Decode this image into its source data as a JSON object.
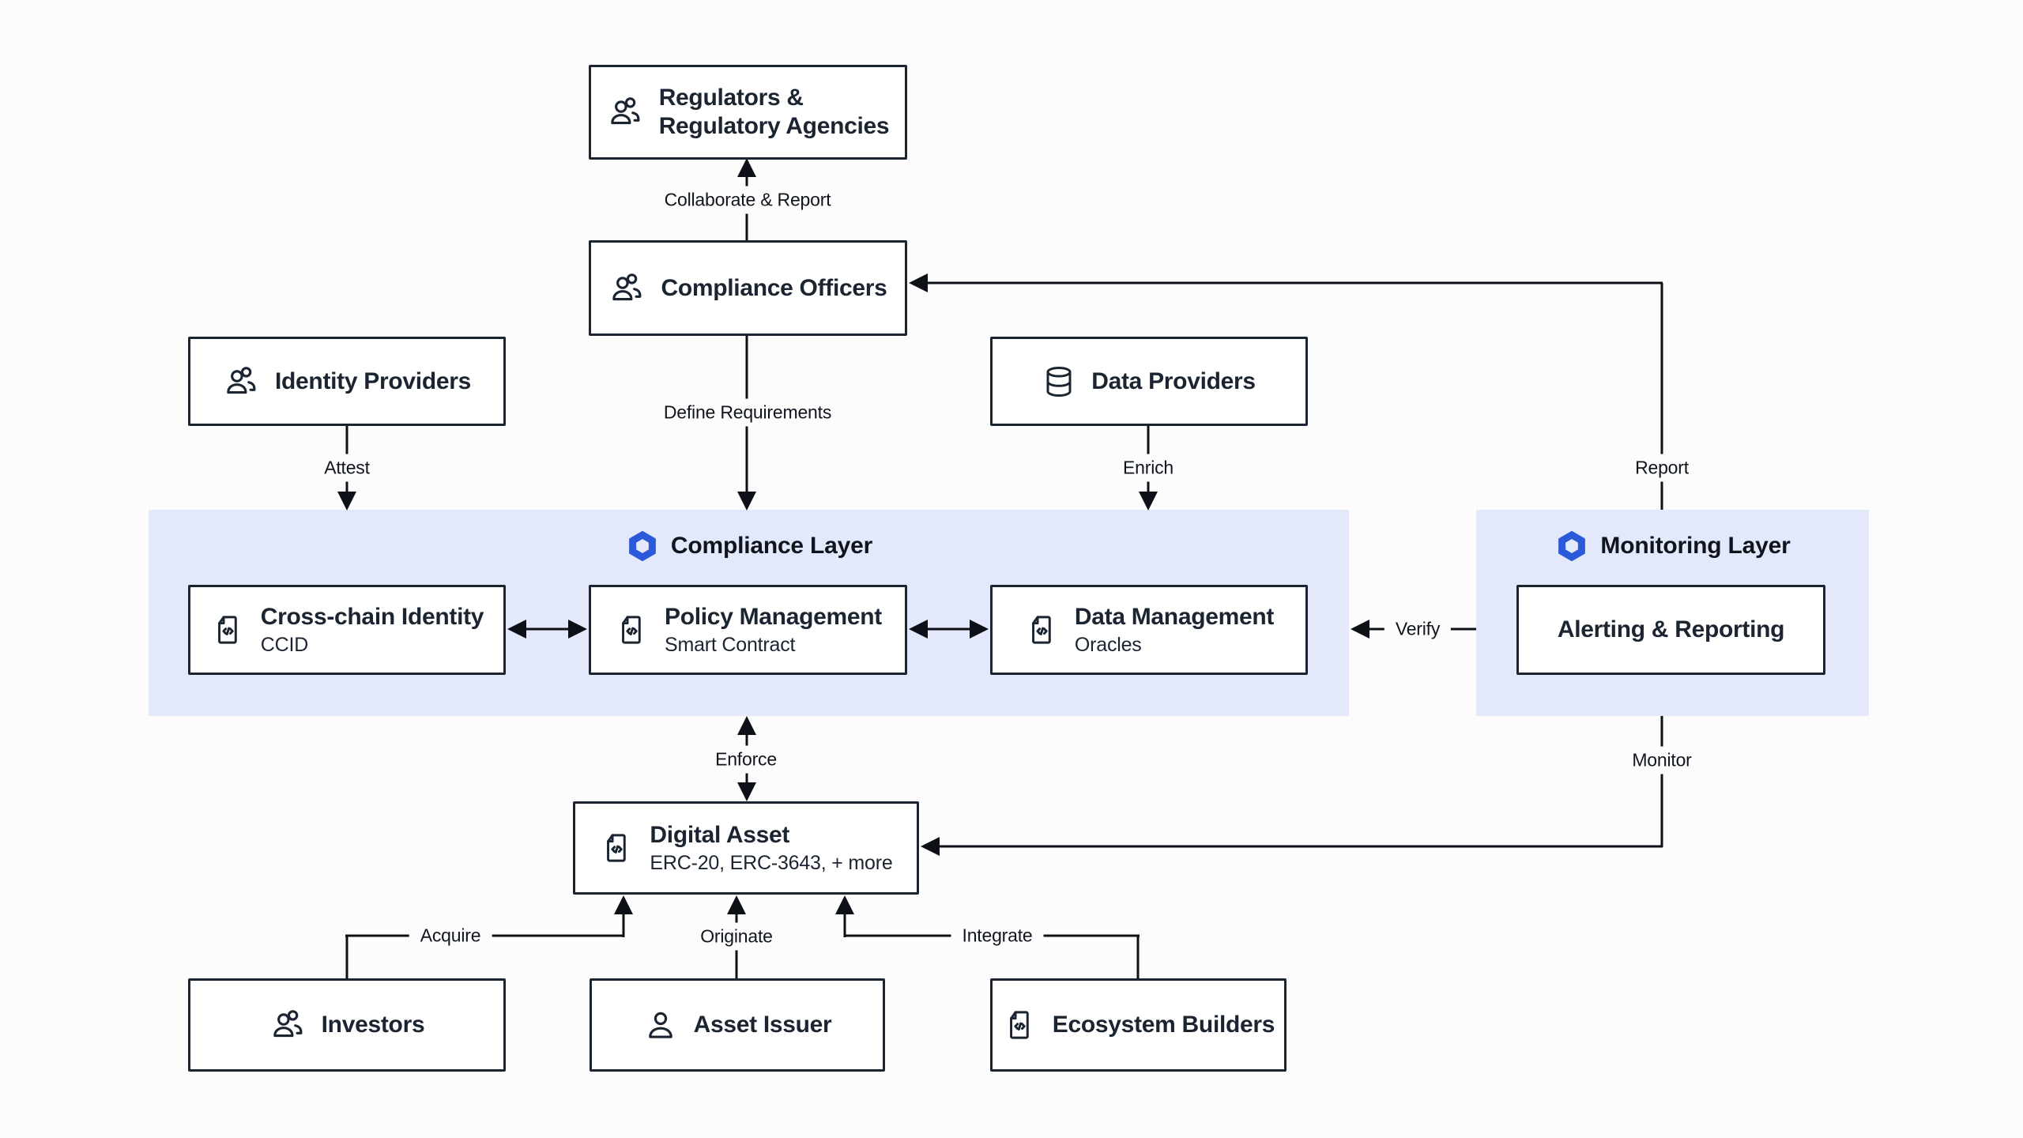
{
  "diagram": {
    "nodes": {
      "regulators": {
        "title_line1": "Regulators &",
        "title_line2": "Regulatory Agencies",
        "icon": "users-icon"
      },
      "compliance_officers": {
        "title": "Compliance Officers",
        "icon": "users-icon"
      },
      "identity_providers": {
        "title": "Identity Providers",
        "icon": "users-icon"
      },
      "data_providers": {
        "title": "Data Providers",
        "icon": "database-icon"
      },
      "cross_chain_identity": {
        "title": "Cross-chain Identity",
        "subtitle": "CCID",
        "icon": "file-code-icon"
      },
      "policy_management": {
        "title": "Policy Management",
        "subtitle": "Smart Contract",
        "icon": "file-code-icon"
      },
      "data_management": {
        "title": "Data Management",
        "subtitle": "Oracles",
        "icon": "file-code-icon"
      },
      "alerting_reporting": {
        "title": "Alerting & Reporting"
      },
      "digital_asset": {
        "title": "Digital Asset",
        "subtitle": "ERC-20, ERC-3643, + more",
        "icon": "file-code-icon"
      },
      "investors": {
        "title": "Investors",
        "icon": "users-icon"
      },
      "asset_issuer": {
        "title": "Asset Issuer",
        "icon": "user-icon"
      },
      "ecosystem_builders": {
        "title": "Ecosystem Builders",
        "icon": "file-code-icon"
      }
    },
    "layers": {
      "compliance": {
        "title": "Compliance Layer",
        "icon": "hexagon-logo-icon"
      },
      "monitoring": {
        "title": "Monitoring Layer",
        "icon": "hexagon-logo-icon"
      }
    },
    "edges": {
      "collaborate_report": {
        "label": "Collaborate & Report"
      },
      "define_requirements": {
        "label": "Define Requirements"
      },
      "attest": {
        "label": "Attest"
      },
      "enrich": {
        "label": "Enrich"
      },
      "report": {
        "label": "Report"
      },
      "verify": {
        "label": "Verify"
      },
      "enforce": {
        "label": "Enforce"
      },
      "monitor": {
        "label": "Monitor"
      },
      "acquire": {
        "label": "Acquire"
      },
      "originate": {
        "label": "Originate"
      },
      "integrate": {
        "label": "Integrate"
      }
    },
    "colors": {
      "accent_blue": "#2A5ADA",
      "layer_band": "#E3E8FA",
      "ink": "#1B2431",
      "line": "#0D1117",
      "background": "#FCFCFD"
    }
  }
}
